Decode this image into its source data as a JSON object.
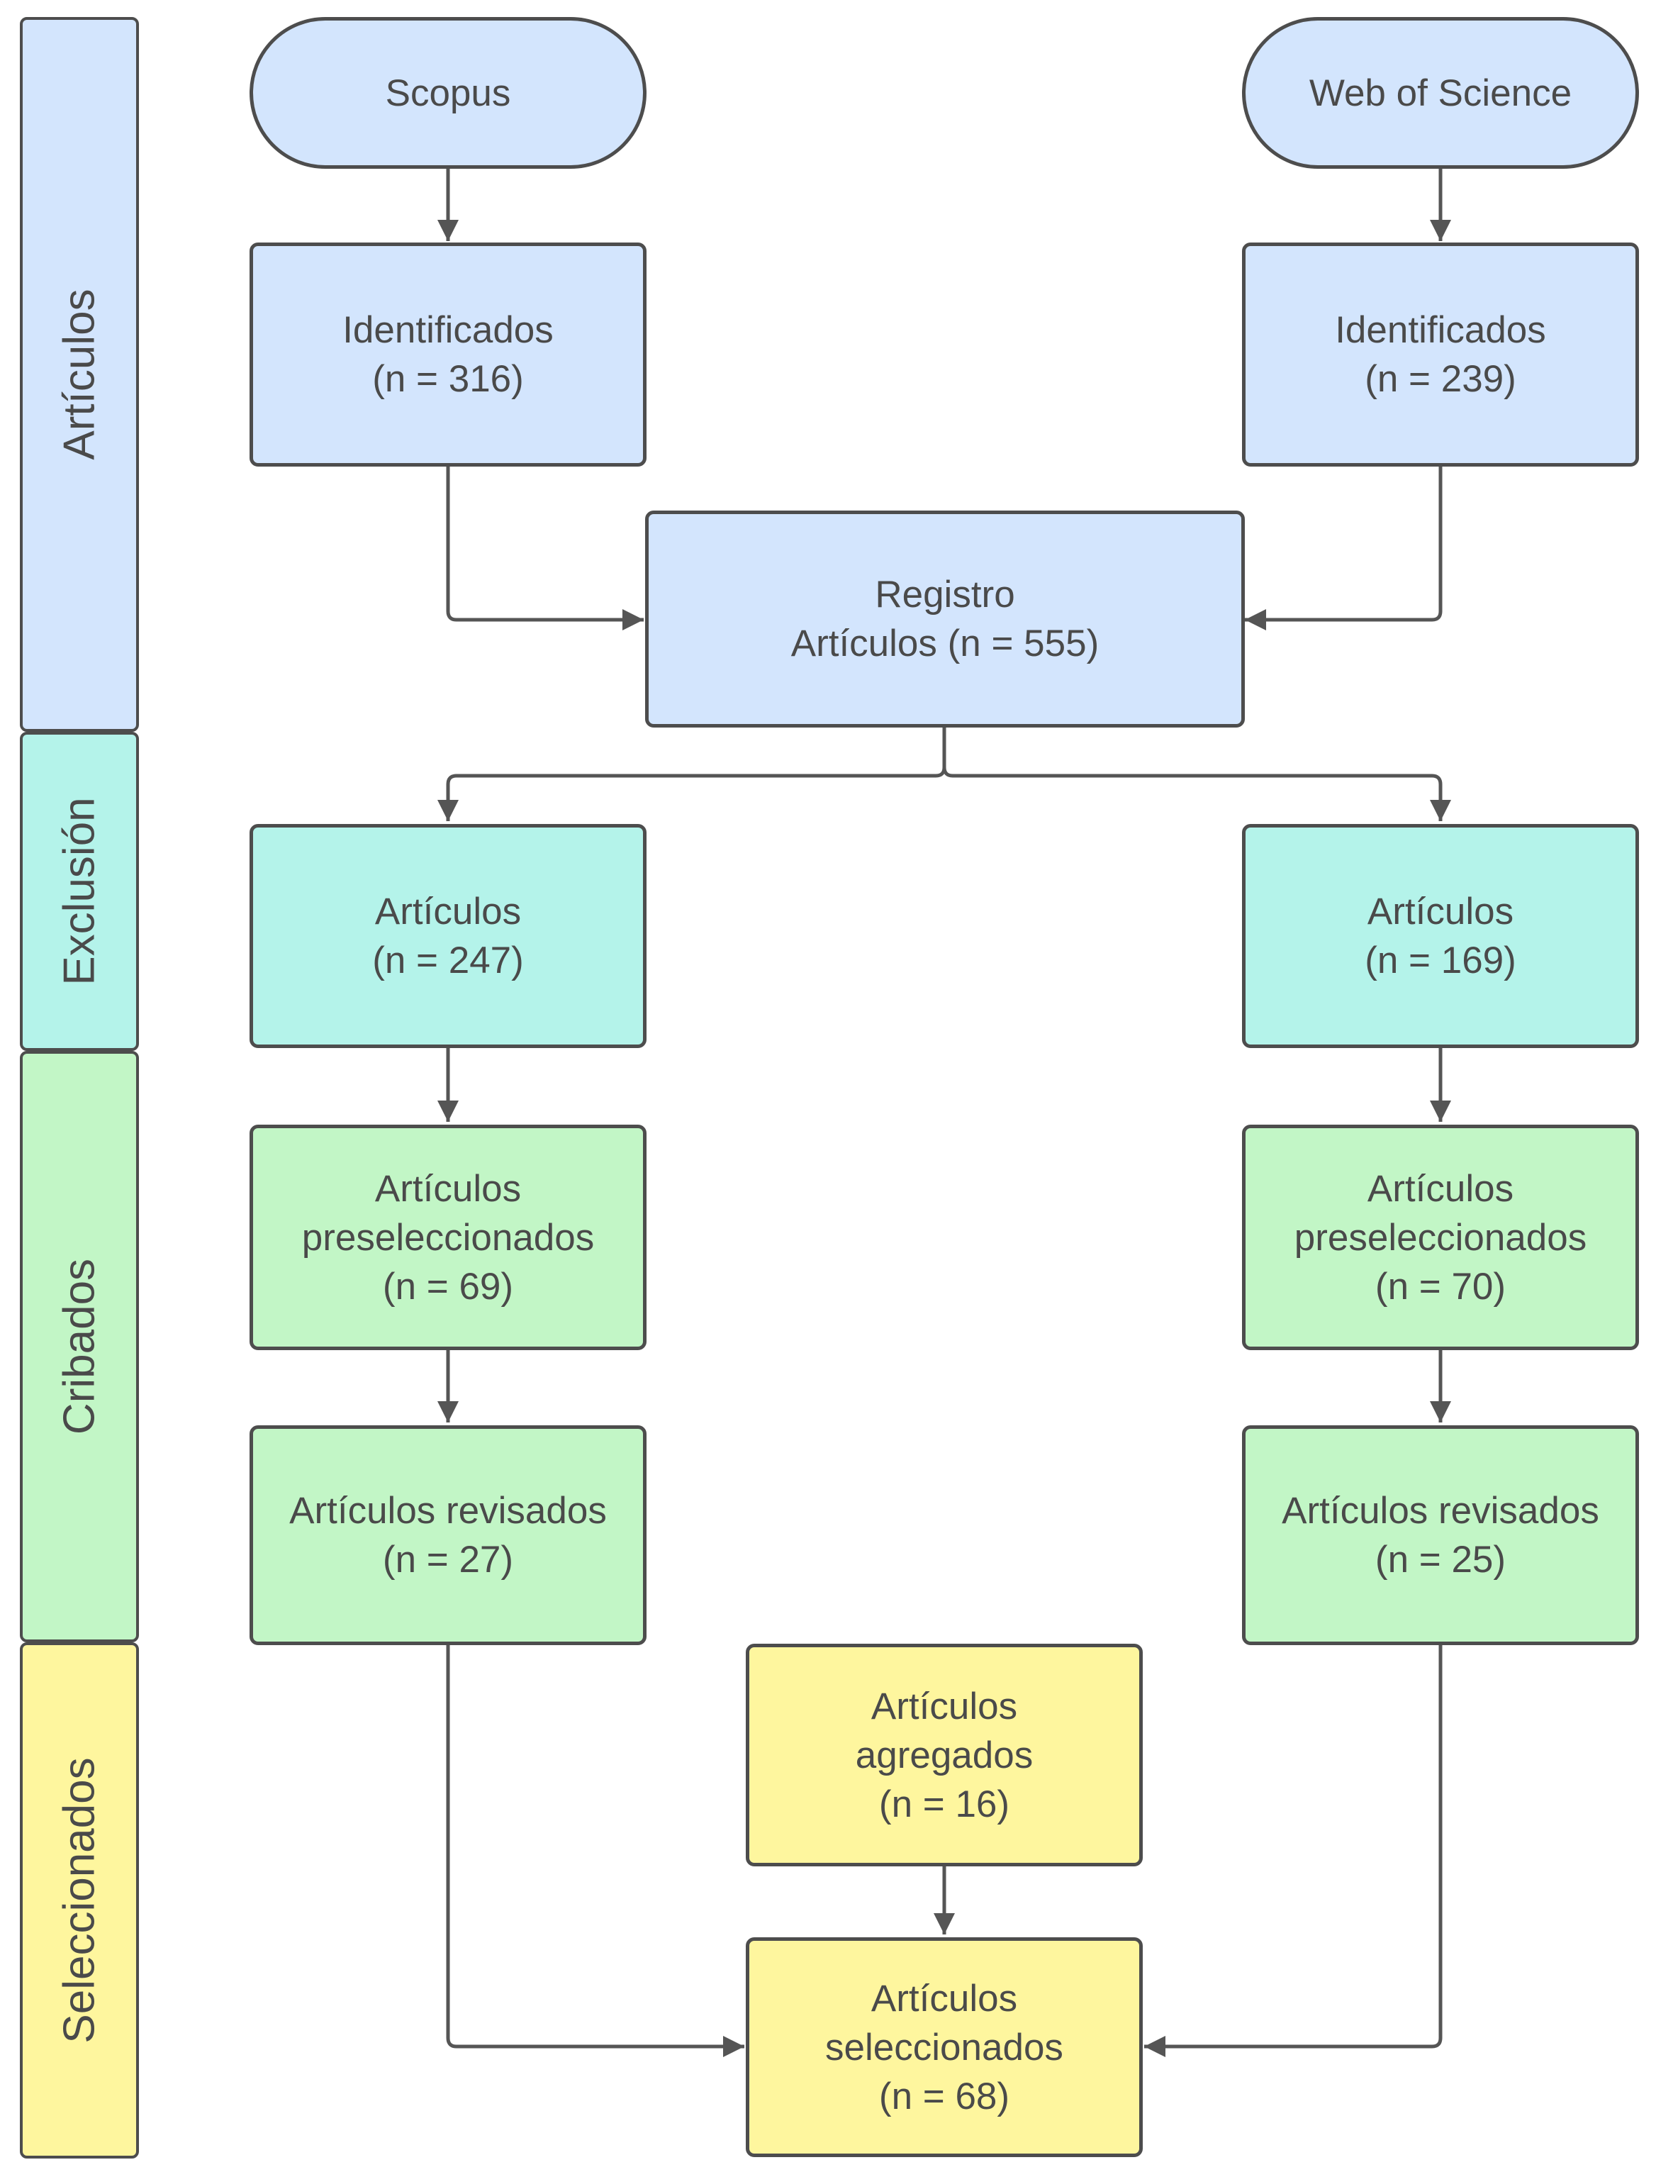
{
  "lanes": [
    {
      "label": "Artículos",
      "color": "#d3e5fd"
    },
    {
      "label": "Exclusión",
      "color": "#b4f3ea"
    },
    {
      "label": "Cribados",
      "color": "#c2f6c6"
    },
    {
      "label": "Seleccionados",
      "color": "#fef69e"
    }
  ],
  "nodes": {
    "scopus": {
      "lines": [
        "Scopus"
      ]
    },
    "wos": {
      "lines": [
        "Web of Science"
      ]
    },
    "scopus_identified": {
      "lines": [
        "Identificados",
        "(n = 316)"
      ]
    },
    "wos_identified": {
      "lines": [
        "Identificados",
        "(n = 239)"
      ]
    },
    "registry": {
      "lines": [
        "Registro",
        "Artículos (n = 555)"
      ]
    },
    "scopus_excluded": {
      "lines": [
        "Artículos",
        "(n = 247)"
      ]
    },
    "wos_excluded": {
      "lines": [
        "Artículos",
        "(n = 169)"
      ]
    },
    "scopus_preselected": {
      "lines": [
        "Artículos",
        "preseleccionados",
        "(n = 69)"
      ]
    },
    "wos_preselected": {
      "lines": [
        "Artículos",
        "preseleccionados",
        "(n = 70)"
      ]
    },
    "scopus_reviewed": {
      "lines": [
        "Artículos revisados",
        "(n = 27)"
      ]
    },
    "wos_reviewed": {
      "lines": [
        "Artículos revisados",
        "(n = 25)"
      ]
    },
    "added": {
      "lines": [
        "Artículos",
        "agregados",
        "(n = 16)"
      ]
    },
    "selected": {
      "lines": [
        "Artículos",
        "seleccionados",
        "(n = 68)"
      ]
    }
  },
  "edges": [
    {
      "from": "scopus",
      "to": "scopus_identified"
    },
    {
      "from": "wos",
      "to": "wos_identified"
    },
    {
      "from": "scopus_identified",
      "to": "registry"
    },
    {
      "from": "wos_identified",
      "to": "registry"
    },
    {
      "from": "registry",
      "to": "scopus_excluded"
    },
    {
      "from": "registry",
      "to": "wos_excluded"
    },
    {
      "from": "scopus_excluded",
      "to": "scopus_preselected"
    },
    {
      "from": "wos_excluded",
      "to": "wos_preselected"
    },
    {
      "from": "scopus_preselected",
      "to": "scopus_reviewed"
    },
    {
      "from": "wos_preselected",
      "to": "wos_reviewed"
    },
    {
      "from": "scopus_reviewed",
      "to": "selected"
    },
    {
      "from": "wos_reviewed",
      "to": "selected"
    },
    {
      "from": "added",
      "to": "selected"
    }
  ]
}
